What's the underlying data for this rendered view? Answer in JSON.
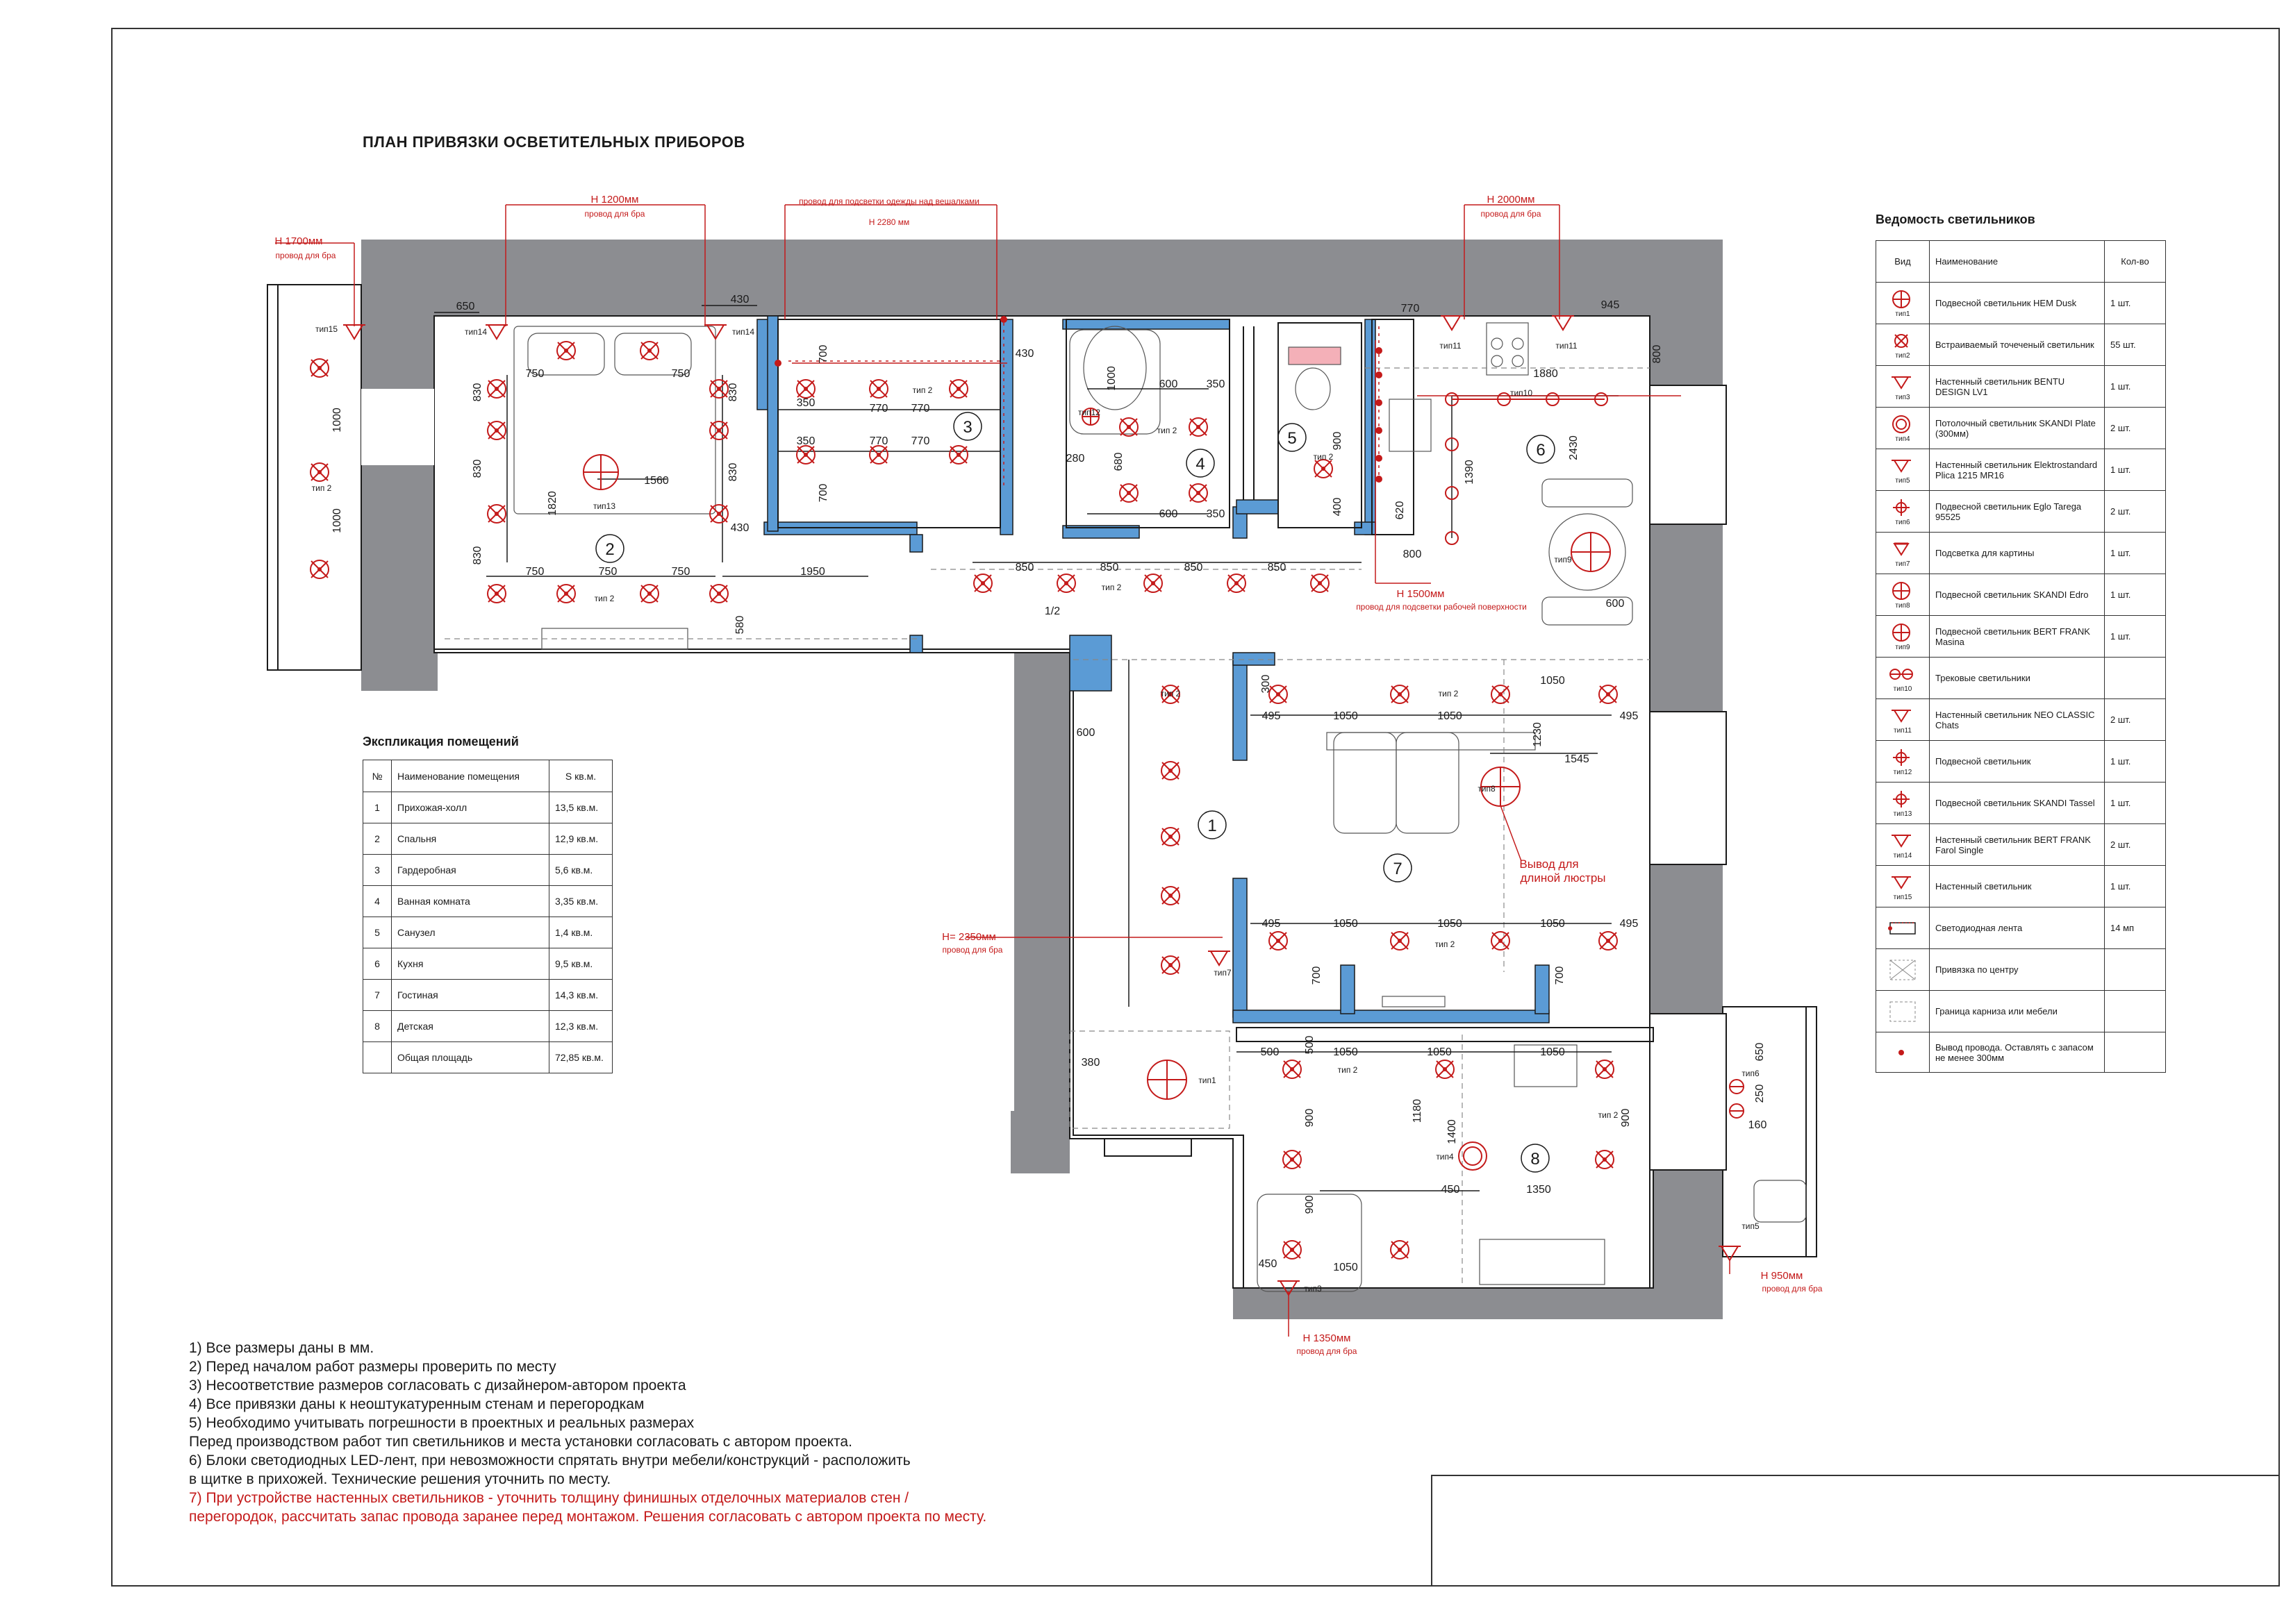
{
  "title": "ПЛАН ПРИВЯЗКИ ОСВЕТИТЕЛЬНЫХ ПРИБОРОВ",
  "explication": {
    "title": "Экспликация помещений",
    "headers": [
      "№",
      "Наименование помещения",
      "S кв.м."
    ],
    "rows": [
      [
        "1",
        "Прихожая-холл",
        "13,5 кв.м."
      ],
      [
        "2",
        "Спальня",
        "12,9 кв.м."
      ],
      [
        "3",
        "Гардеробная",
        "5,6 кв.м."
      ],
      [
        "4",
        "Ванная комната",
        "3,35 кв.м."
      ],
      [
        "5",
        "Санузел",
        "1,4 кв.м."
      ],
      [
        "6",
        "Кухня",
        "9,5 кв.м."
      ],
      [
        "7",
        "Гостиная",
        "14,3 кв.м."
      ],
      [
        "8",
        "Детская",
        "12,3 кв.м."
      ],
      [
        "",
        "Общая площадь",
        "72,85 кв.м."
      ]
    ]
  },
  "legend": {
    "title": "Ведомость светильников",
    "headers": [
      "Вид",
      "Наименование",
      "Кол-во"
    ],
    "rows": [
      {
        "icon": "pendant-icon",
        "code": "тип1",
        "name": "Подвесной светильник HEM Dusk",
        "qty": "1 шт."
      },
      {
        "icon": "recessed-spot-icon",
        "code": "тип2",
        "name": "Встраиваемый точеченый светильник",
        "qty": "55 шт."
      },
      {
        "icon": "wall-lamp-icon",
        "code": "тип3",
        "name": "Настенный светильник BENTU DESIGN LV1",
        "qty": "1 шт."
      },
      {
        "icon": "ceiling-lamp-icon",
        "code": "тип4",
        "name": "Потолочный светильник SKANDI Plate (300мм)",
        "qty": "2 шт."
      },
      {
        "icon": "wall-lamp-icon",
        "code": "тип5",
        "name": "Настенный светильник Elektrostandard Plica 1215 MR16",
        "qty": "1 шт."
      },
      {
        "icon": "pendant-small-icon",
        "code": "тип6",
        "name": "Подвесной светильник Eglo Tarega 95525",
        "qty": "2 шт."
      },
      {
        "icon": "picture-light-icon",
        "code": "тип7",
        "name": "Подсветка для картины",
        "qty": "1 шт."
      },
      {
        "icon": "pendant-icon",
        "code": "тип8",
        "name": "Подвесной светильник SKANDI Edro",
        "qty": "1 шт."
      },
      {
        "icon": "pendant-icon",
        "code": "тип9",
        "name": "Подвесной светильник BERT FRANK Masina",
        "qty": "1 шт."
      },
      {
        "icon": "track-light-icon",
        "code": "тип10",
        "name": "Трековые светильники",
        "qty": ""
      },
      {
        "icon": "wall-lamp-icon",
        "code": "тип11",
        "name": "Настенный светильник NEO CLASSIC Chats",
        "qty": "2 шт."
      },
      {
        "icon": "pendant-small-icon",
        "code": "тип12",
        "name": "Подвесной светильник",
        "qty": "1 шт."
      },
      {
        "icon": "pendant-small-icon",
        "code": "тип13",
        "name": "Подвесной светильник SKANDI Tassel",
        "qty": "1 шт."
      },
      {
        "icon": "wall-lamp-icon",
        "code": "тип14",
        "name": "Настенный светильник BERT FRANK Farol Single",
        "qty": "2 шт."
      },
      {
        "icon": "wall-lamp-icon",
        "code": "тип15",
        "name": "Настенный светильник",
        "qty": "1 шт."
      },
      {
        "icon": "led-strip-icon",
        "code": "",
        "name": "Светодиодная лента",
        "qty": "14 мп"
      },
      {
        "icon": "center-binding-icon",
        "code": "",
        "name": "Привязка по центру",
        "qty": ""
      },
      {
        "icon": "furniture-border-icon",
        "code": "",
        "name": "Граница карниза или мебели",
        "qty": ""
      },
      {
        "icon": "wire-outlet-icon",
        "code": "",
        "name": "Вывод провода. Оставлять с запасом не менее 300мм",
        "qty": ""
      }
    ]
  },
  "notes": [
    {
      "text": "1)     Все размеры даны в мм.",
      "red": false
    },
    {
      "text": "2)     Перед началом работ размеры проверить по месту",
      "red": false
    },
    {
      "text": "3)     Несоответствие размеров согласовать с дизайнером-автором проекта",
      "red": false
    },
    {
      "text": "4)     Все привязки даны к неоштукатуренным стенам и перегородкам",
      "red": false
    },
    {
      "text": "5)     Необходимо учитывать погрешности в проектных и реальных размерах",
      "red": false
    },
    {
      "text": "Перед производством работ тип светильников и места установки согласовать с автором проекта.",
      "red": false
    },
    {
      "text": "6)     Блоки светодиодных LED-лент, при невозможности спрятать внутри мебели/конструкций - расположить",
      "red": false
    },
    {
      "text": "в щитке в прихожей. Технические решения уточнить по месту.",
      "red": false
    },
    {
      "text": "7)     При устройстве настенных светильников - уточнить толщину финишных отделочных материалов стен /",
      "red": true
    },
    {
      "text": "перегородок, рассчитать запас провода заранее перед монтажом. Решения согласовать с автором проекта по месту.",
      "red": true
    }
  ],
  "plan": {
    "rooms": [
      "1",
      "2",
      "3",
      "4",
      "5",
      "6",
      "7",
      "8"
    ],
    "callouts": [
      {
        "h": "Н 1700мм",
        "sub": "провод для бра"
      },
      {
        "h": "Н 1200мм",
        "sub": "провод для бра"
      },
      {
        "h": "провод для подсветки одежды над вешалками",
        "sub": "Н 2280 мм"
      },
      {
        "h": "Н 2000мм",
        "sub": "провод для бра"
      },
      {
        "h": "Н 1500мм",
        "sub": "провод для подсветки рабочей поверхности"
      },
      {
        "h": "Н= 2350мм",
        "sub": "провод для бра"
      },
      {
        "h": "Н 1350мм",
        "sub": "провод для бра"
      },
      {
        "h": "Н 950мм",
        "sub": "провод для бра"
      },
      {
        "h": "Вывод для",
        "sub": "длиной люстры"
      }
    ],
    "dims": {
      "d650": "650",
      "d430a": "430",
      "d430b": "430",
      "d430c": "430",
      "d770": "770",
      "d945": "945",
      "d750a": "750",
      "d750b": "750",
      "d750c": "750",
      "d750d": "750",
      "d750e": "750",
      "d830a": "830",
      "d830b": "830",
      "d830c": "830",
      "d830d": "830",
      "d830e": "830",
      "d1560": "1560",
      "d1820": "1820",
      "d1950": "1950",
      "d580": "580",
      "d1000a": "1000",
      "d1000b": "1000",
      "d350a": "350",
      "d350b": "350",
      "d770a": "770",
      "d770b": "770",
      "d770c": "770",
      "d770d": "770",
      "d700a": "700",
      "d700b": "700",
      "d600a": "600",
      "d600b": "600",
      "d350c": "350",
      "d350d": "350",
      "d1000c": "1000",
      "d280": "280",
      "d680": "680",
      "d900": "900",
      "d400": "400",
      "d1880": "1880",
      "d800a": "800",
      "d2430": "2430",
      "d1390": "1390",
      "d620": "620",
      "d800b": "800",
      "d600c": "600",
      "d850a": "850",
      "d850b": "850",
      "d850c": "850",
      "d850d": "850",
      "d300": "300",
      "d495a": "495",
      "d1050a": "1050",
      "d1050b": "1050",
      "d1050c": "1050",
      "d495b": "495",
      "d1230": "1230",
      "d1545": "1545",
      "d600d": "600",
      "d495c": "495",
      "d1050d": "1050",
      "d1050e": "1050",
      "d1050f": "1050",
      "d495d": "495",
      "d500a": "500",
      "d500b": "500",
      "d1050g": "1050",
      "d1050h": "1050",
      "d1050i": "1050",
      "d380": "380",
      "d900b": "900",
      "d900c": "900",
      "d900d": "900",
      "d1180": "1180",
      "d1400": "1400",
      "d450a": "450",
      "d1350": "1350",
      "d450b": "450",
      "d1050j": "1050",
      "d650b": "650",
      "d250": "250",
      "d160": "160",
      "half": "1/2",
      "d700c": "700",
      "d700d": "700"
    },
    "labels": {
      "tip1": "тип1",
      "tip2": "тип 2",
      "tip3": "тип3",
      "tip4": "тип4",
      "tip5": "тип5",
      "tip6": "тип6",
      "tip7": "тип7",
      "tip8": "тип8",
      "tip9": "тип9",
      "tip10": "тип10",
      "tip11": "тип11",
      "tip12": "тип12",
      "tip13": "тип13",
      "tip14": "тип14",
      "tip15": "тип15"
    }
  },
  "colors": {
    "accent": "#c41a1a",
    "wall": "#8c8d91",
    "partition": "#5b9bd5",
    "line": "#1a1a1a"
  }
}
